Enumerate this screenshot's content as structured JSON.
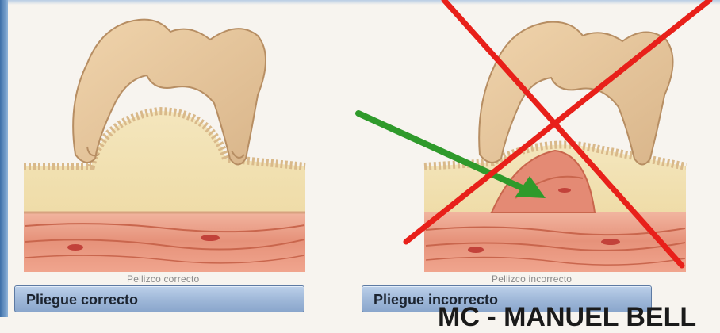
{
  "panels": {
    "left": {
      "caption": "Pellizco correcto",
      "label": "Pliegue correcto"
    },
    "right": {
      "caption": "Pellizco incorrecto",
      "label": "Pliegue incorrecto"
    }
  },
  "overlay_text": "MC - MANUEL BELL",
  "colors": {
    "cross": "#e8201a",
    "arrow": "#2f9a2b",
    "fat": "#f3e6b8",
    "muscle": "#e08a72",
    "skin": "#e9c79c",
    "label_bar": "#9eb7d8"
  }
}
